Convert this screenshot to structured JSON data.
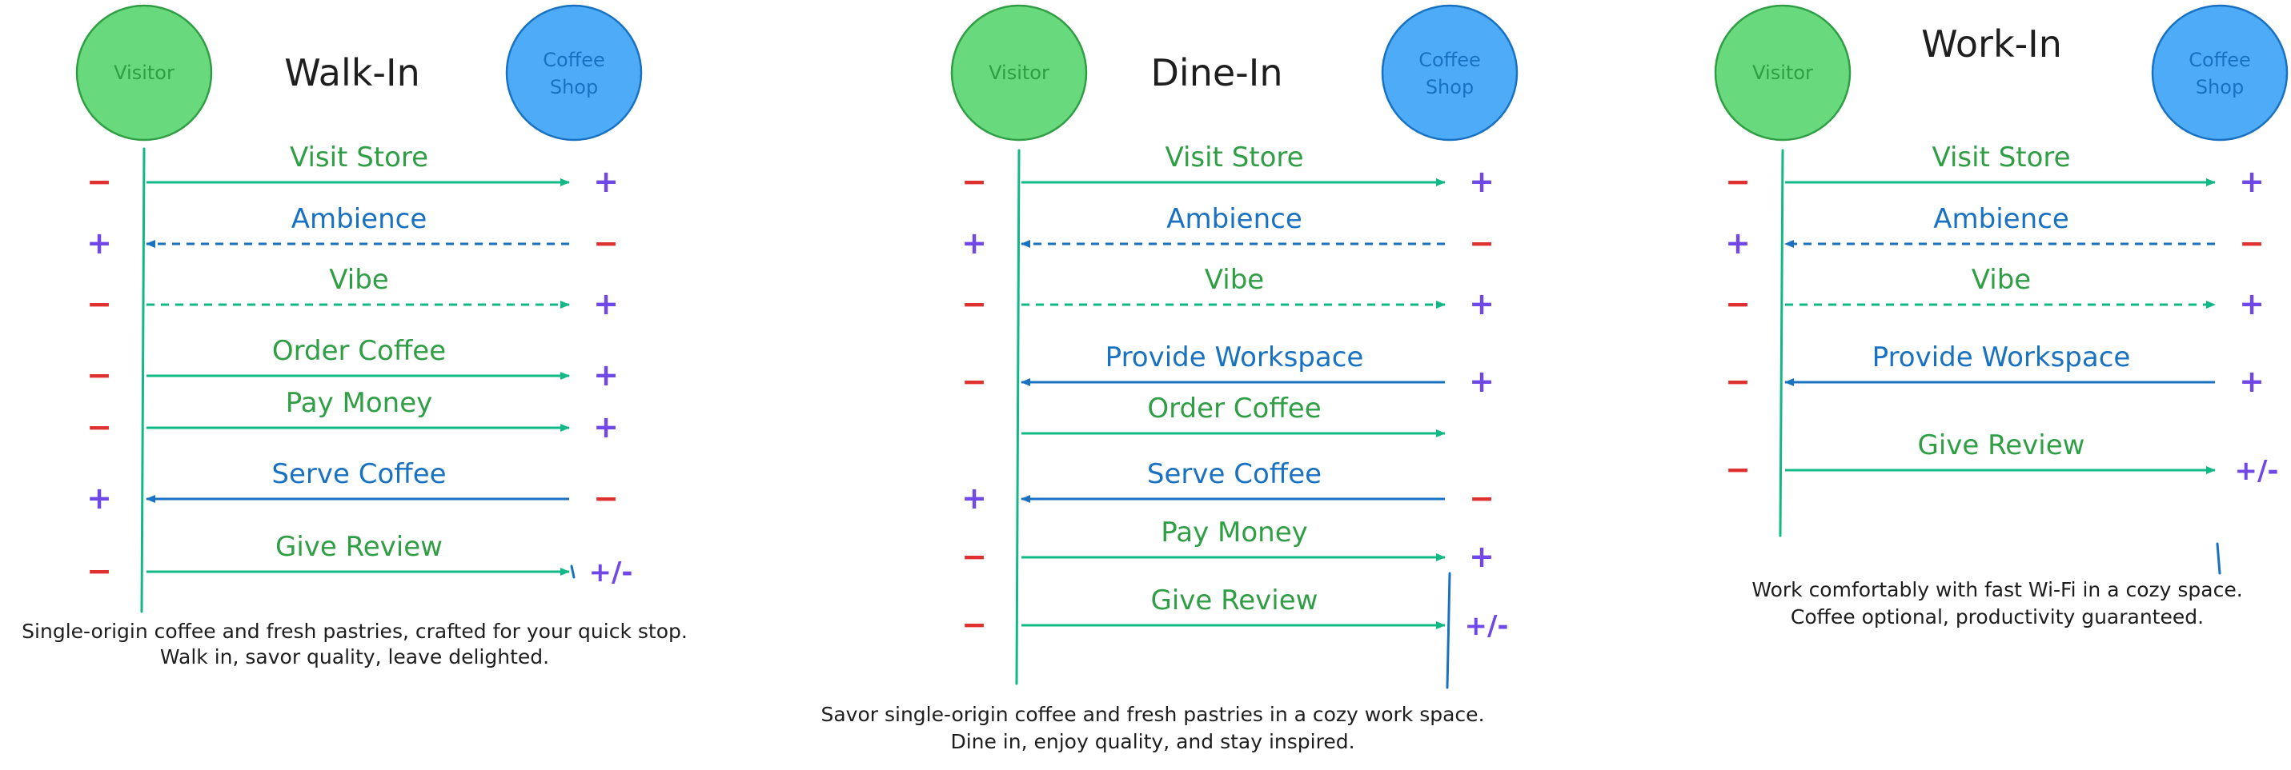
{
  "colors": {
    "visitor_fill": "#69d97d",
    "visitor_stroke": "#2f9e44",
    "shop_fill": "#4dabf7",
    "shop_stroke": "#1971c2",
    "green_text": "#2f9e44",
    "blue_text": "#1971c2",
    "green_line": "#12b886",
    "minus": "#e03131",
    "plus": "#7048e8",
    "caption": "#1e1e1e"
  },
  "panels": [
    {
      "id": "walk-in",
      "title": "Walk-In",
      "visitor_label": "Visitor",
      "shop_label_line1": "Coffee",
      "shop_label_line2": "Shop",
      "messages": [
        {
          "label": "Visit Store",
          "direction": "to-shop",
          "style": "solid",
          "visitor_sign": "−",
          "shop_sign": "+"
        },
        {
          "label": "Ambience",
          "direction": "to-visitor",
          "style": "dashed",
          "visitor_sign": "+",
          "shop_sign": "−"
        },
        {
          "label": "Vibe",
          "direction": "to-shop",
          "style": "dashed",
          "visitor_sign": "−",
          "shop_sign": "+"
        },
        {
          "label": "Order Coffee",
          "direction": "to-shop",
          "style": "solid",
          "visitor_sign": "−",
          "shop_sign": "+"
        },
        {
          "label": "Pay Money",
          "direction": "to-shop",
          "style": "solid",
          "visitor_sign": "−",
          "shop_sign": "+"
        },
        {
          "label": "Serve Coffee",
          "direction": "to-visitor",
          "style": "solid",
          "visitor_sign": "+",
          "shop_sign": "−"
        },
        {
          "label": "Give Review",
          "direction": "to-shop",
          "style": "solid",
          "visitor_sign": "−",
          "shop_sign": "+/-"
        }
      ],
      "caption_line1": "Single-origin coffee and fresh pastries, crafted for your quick stop.",
      "caption_line2": "Walk in, savor quality, leave delighted."
    },
    {
      "id": "dine-in",
      "title": "Dine-In",
      "visitor_label": "Visitor",
      "shop_label_line1": "Coffee",
      "shop_label_line2": "Shop",
      "messages": [
        {
          "label": "Visit Store",
          "direction": "to-shop",
          "style": "solid",
          "visitor_sign": "−",
          "shop_sign": "+"
        },
        {
          "label": "Ambience",
          "direction": "to-visitor",
          "style": "dashed",
          "visitor_sign": "+",
          "shop_sign": "−"
        },
        {
          "label": "Vibe",
          "direction": "to-shop",
          "style": "dashed",
          "visitor_sign": "−",
          "shop_sign": "+"
        },
        {
          "label": "Provide Workspace",
          "direction": "to-visitor",
          "style": "solid",
          "visitor_sign": "−",
          "shop_sign": "+"
        },
        {
          "label": "Order Coffee",
          "direction": "to-shop",
          "style": "solid",
          "visitor_sign": "",
          "shop_sign": ""
        },
        {
          "label": "Serve Coffee",
          "direction": "to-visitor",
          "style": "solid",
          "visitor_sign": "+",
          "shop_sign": "−"
        },
        {
          "label": "Pay Money",
          "direction": "to-shop",
          "style": "solid",
          "visitor_sign": "−",
          "shop_sign": "+"
        },
        {
          "label": "Give Review",
          "direction": "to-shop",
          "style": "solid",
          "visitor_sign": "−",
          "shop_sign": "+/-"
        }
      ],
      "caption_line1": "Savor single-origin coffee and fresh pastries in a cozy work space.",
      "caption_line2": "Dine in, enjoy quality, and stay inspired."
    },
    {
      "id": "work-in",
      "title": "Work-In",
      "visitor_label": "Visitor",
      "shop_label_line1": "Coffee",
      "shop_label_line2": "Shop",
      "messages": [
        {
          "label": "Visit Store",
          "direction": "to-shop",
          "style": "solid",
          "visitor_sign": "−",
          "shop_sign": "+"
        },
        {
          "label": "Ambience",
          "direction": "to-visitor",
          "style": "dashed",
          "visitor_sign": "+",
          "shop_sign": "−"
        },
        {
          "label": "Vibe",
          "direction": "to-shop",
          "style": "dashed",
          "visitor_sign": "−",
          "shop_sign": "+"
        },
        {
          "label": "Provide Workspace",
          "direction": "to-visitor",
          "style": "solid",
          "visitor_sign": "−",
          "shop_sign": "+"
        },
        {
          "label": "Give Review",
          "direction": "to-shop",
          "style": "solid",
          "visitor_sign": "−",
          "shop_sign": "+/-"
        }
      ],
      "caption_line1": "Work comfortably with fast Wi-Fi in a cozy space.",
      "caption_line2": "Coffee optional, productivity guaranteed."
    }
  ]
}
